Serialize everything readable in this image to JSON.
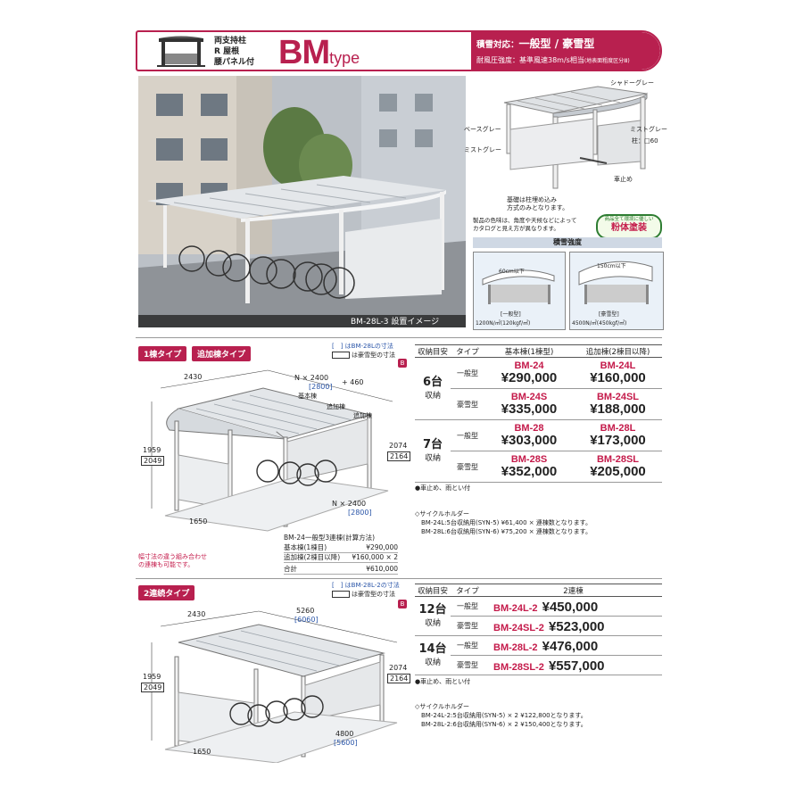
{
  "header": {
    "features": [
      "両支持柱",
      "R 屋根",
      "腰パネル付"
    ],
    "type_main": "BM",
    "type_sub": "type",
    "snow_label": "積雪対応：",
    "snow_value": "一般型 / 豪雪型",
    "wind_label": "耐風圧強度：基準風速38m/s相当",
    "wind_note": "(地表面粗度区分Ⅲ)"
  },
  "photo": {
    "caption": "BM-28L-3 設置イメージ"
  },
  "diagram": {
    "labels": {
      "shadow_gray": "シャドーグレー",
      "base_gray": "ベースグレー",
      "mist_gray_right": "ミストグレー",
      "pillar": "柱：□60",
      "mist_gray_left": "ミストグレー",
      "stopper": "車止め",
      "base_note": "基礎は柱埋め込み\n方式のみとなります。",
      "color_note": "製品の色味は、角度や天候などによって\nカタログと見え方が異なります。",
      "badge_top": "商品全て環境に優しい",
      "badge_main": "粉体塗装"
    },
    "snow_title": "積雪強度",
    "snow_cards": [
      {
        "depth": "60cm以下",
        "type": "[一般型]",
        "value": "1200N/㎡(120kgf/㎡)"
      },
      {
        "depth": "150cm以下",
        "type": "[豪雪型]",
        "value": "4500N/㎡(450kgf/㎡)"
      }
    ]
  },
  "section1": {
    "tag1": "1棟タイプ",
    "tag2": "追加棟タイプ",
    "legend1": "[　] はBM-28Lの寸法",
    "legend2": "は豪雪型の寸法",
    "dims": {
      "depth": "2430",
      "width": "N × 2400",
      "width_alt": "[2800]",
      "plus": "+ 460",
      "base_label": "基本棟",
      "add1": "追加棟",
      "add2": "追加棟",
      "h_front": "1959",
      "h_front_alt": "2049",
      "h_back": "2074",
      "h_back_alt": "2164",
      "foot": "1650",
      "bottom_w": "N × 2400",
      "bottom_w_alt": "[2800]"
    },
    "calc_title": "BM-24一般型3連棟(計算方法)",
    "calc_rows": [
      {
        "label": "基本棟(1棟目)",
        "value": "¥290,000"
      },
      {
        "label": "追加棟(2棟目以降)",
        "value": "¥160,000 × 2"
      },
      {
        "label": "合計",
        "value": "¥610,000"
      }
    ],
    "side_note": "幅寸法の違う組み合わせ\nの連棟も可能です。",
    "table": {
      "headers": [
        "収納目安",
        "タイプ",
        "基本棟(1棟型)",
        "追加棟(2棟目以降)"
      ],
      "groups": [
        {
          "cap": "6台",
          "sub": "収納",
          "rows": [
            {
              "type": "一般型",
              "code1": "BM-24",
              "price1": "¥290,000",
              "code2": "BM-24L",
              "price2": "¥160,000"
            },
            {
              "type": "豪雪型",
              "code1": "BM-24S",
              "price1": "¥335,000",
              "code2": "BM-24SL",
              "price2": "¥188,000"
            }
          ]
        },
        {
          "cap": "7台",
          "sub": "収納",
          "rows": [
            {
              "type": "一般型",
              "code1": "BM-28",
              "price1": "¥303,000",
              "code2": "BM-28L",
              "price2": "¥173,000"
            },
            {
              "type": "豪雪型",
              "code1": "BM-28S",
              "price1": "¥352,000",
              "code2": "BM-28SL",
              "price2": "¥205,000"
            }
          ]
        }
      ],
      "note": "●車止め、雨とい付"
    },
    "holder_title": "◇サイクルホルダー",
    "holder_lines": [
      "BM-24L:5台収納用(SYN-5) ¥61,400 × 連棟数となります。",
      "BM-28L:6台収納用(SYN-6) ¥75,200 × 連棟数となります。"
    ]
  },
  "section2": {
    "tag": "2連続タイプ",
    "legend1": "[　] はBM-28L-2の寸法",
    "legend2": "は豪雪型の寸法",
    "dims": {
      "depth": "2430",
      "width": "5260",
      "width_alt": "[6060]",
      "h_front": "1959",
      "h_front_alt": "2049",
      "h_back": "2074",
      "h_back_alt": "2164",
      "foot": "1650",
      "bottom_w": "4800",
      "bottom_w_alt": "[5600]"
    },
    "table": {
      "headers": [
        "収納目安",
        "タイプ",
        "2連棟"
      ],
      "groups": [
        {
          "cap": "12台",
          "sub": "収納",
          "rows": [
            {
              "type": "一般型",
              "code": "BM-24L-2",
              "price": "¥450,000"
            },
            {
              "type": "豪雪型",
              "code": "BM-24SL-2",
              "price": "¥523,000"
            }
          ]
        },
        {
          "cap": "14台",
          "sub": "収納",
          "rows": [
            {
              "type": "一般型",
              "code": "BM-28L-2",
              "price": "¥476,000"
            },
            {
              "type": "豪雪型",
              "code": "BM-28SL-2",
              "price": "¥557,000"
            }
          ]
        }
      ],
      "note": "●車止め、雨とい付"
    },
    "holder_title": "◇サイクルホルダー",
    "holder_lines": [
      "BM-24L-2:5台収納用(SYN-5) × 2 ¥122,800となります。",
      "BM-28L-2:6台収納用(SYN-6) × 2 ¥150,400となります。"
    ]
  },
  "colors": {
    "accent": "#b8204f",
    "code": "#c41a4a",
    "alt_dim": "#2a55a8"
  }
}
